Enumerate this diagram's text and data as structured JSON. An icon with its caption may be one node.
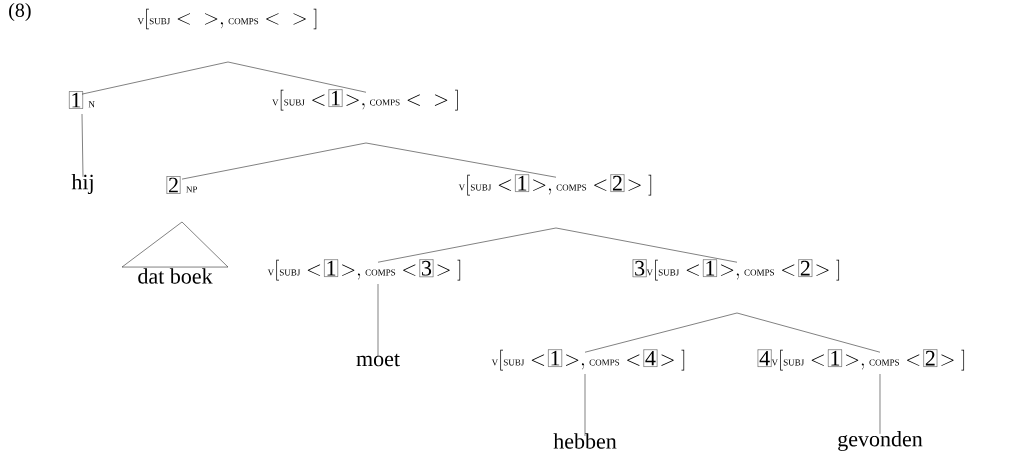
{
  "diagram": {
    "nodes": [
      {
        "text": [
          "\\mbox{\\small V}\\big[\\mbox{\\small SUBJ} < \\;\\; >, \\mbox{\\small COMPS} < \\;\\; >\\big]"
        ]
      },
      {
        "text": [
          "\\fbox{1}\\ \\mbox{\\small N}"
        ]
      },
      {
        "text": [
          "\\mbox{\\small V}\\big[\\mbox{\\small SUBJ} <\\!\\fbox{1}\\!>, \\mbox{\\small COMPS} < \\;\\; >\\big]"
        ]
      },
      {
        "text": [
          "hij"
        ]
      },
      {
        "text": [
          "\\fbox{2}\\ \\mbox{\\small NP}"
        ]
      },
      {
        "text": [
          "\\mbox{\\small V}\\big[\\mbox{\\small SUBJ} <\\!\\fbox{1}\\!>, \\mbox{\\small COMPS} <\\!\\fbox{2}\\!>\\big]"
        ]
      },
      {
        "text": [
          "dat boek"
        ]
      },
      {
        "text": [
          "\\mbox{\\small V}\\big[\\mbox{\\small SUBJ} <\\!\\fbox{1}\\!> , \\mbox{\\small COMPS} <\\!\\fbox{3}\\!>\\big]"
        ]
      },
      {
        "text": [
          "\\fbox{3}\\mbox{\\small V}\\big[\\mbox{\\small SUBJ} <\\!\\fbox{1}\\!>, \\mbox{\\small COMPS} <\\!\\fbox{2}\\!>\\big]"
        ]
      },
      {
        "text": [
          "moet"
        ]
      },
      {
        "text": [
          "\\mbox{\\small V}\\big[\\mbox{\\small SUBJ} <\\!\\fbox{1}\\!>, \\mbox{\\small COMPS} <\\!\\fbox{4}\\!>\\big]"
        ]
      },
      {
        "text": [
          "\\fbox{4}\\mbox{\\small V}\\big[\\mbox{\\small SUBJ} <\\!\\fbox{1}\\!> , \\mbox{\\small COMPS} <\\!\\fbox{2}\\!>\\big]"
        ]
      },
      {
        "text": [
          "hebben"
        ]
      },
      {
        "text": [
          "gevonden"
        ]
      }
    ],
    "edges": [
      {
        "from": 0,
        "to": 1,
        "arrow": "none"
      },
      {
        "from": 0,
        "to": 2,
        "arrow": "none"
      },
      {
        "from": 1,
        "to": 3,
        "arrow": "none"
      },
      {
        "from": 2,
        "to": 4,
        "arrow": "none"
      },
      {
        "from": 2,
        "to": 5,
        "arrow": "none"
      },
      {
        "from": 4,
        "to": 6,
        "arrow": "none"
      },
      {
        "from": 5,
        "to": 7,
        "arrow": "none"
      },
      {
        "from": 5,
        "to": 8,
        "arrow": "none"
      },
      {
        "from": 7,
        "to": 9,
        "arrow": "none"
      },
      {
        "from": 8,
        "to": 10,
        "arrow": "none"
      },
      {
        "from": 8,
        "to": 11,
        "arrow": "none"
      },
      {
        "from": 10,
        "to": 12,
        "arrow": "none"
      },
      {
        "from": 11,
        "to": 13,
        "arrow": "none"
      }
    ],
    "labels": [
      "(8)"
    ]
  }
}
